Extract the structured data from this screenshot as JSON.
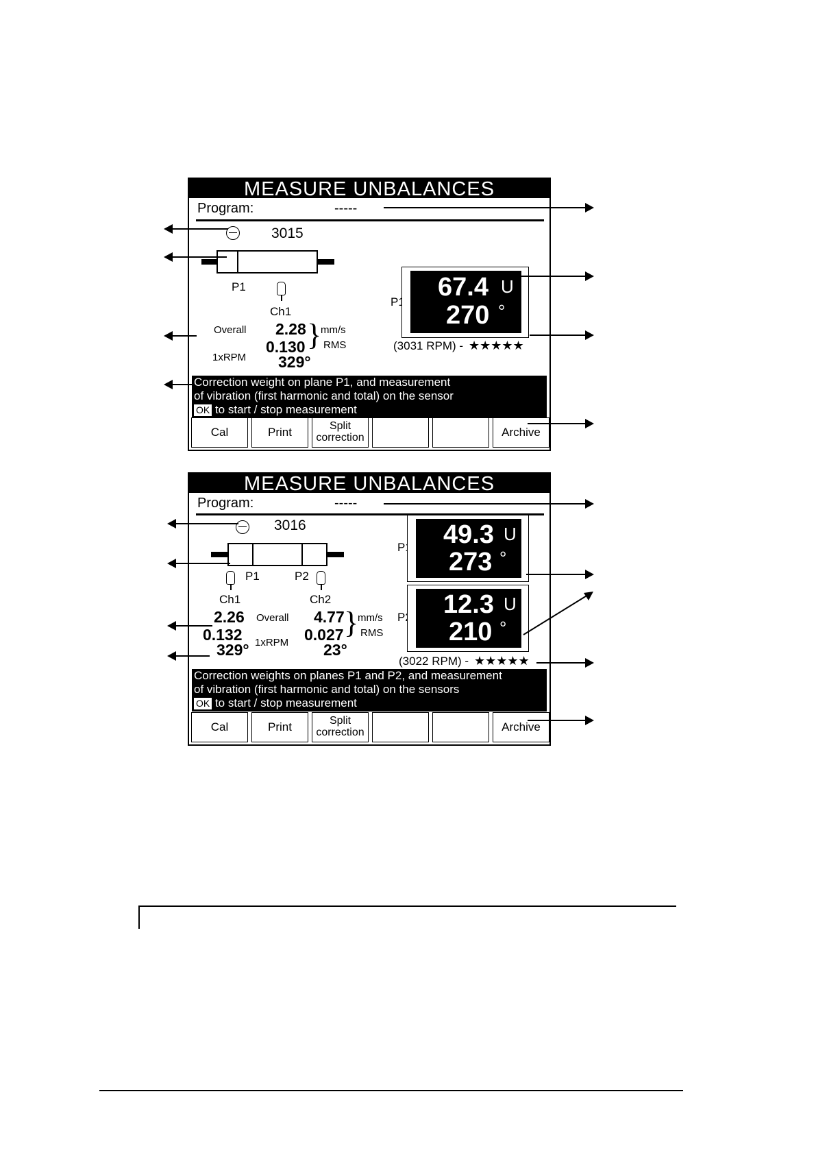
{
  "screen1": {
    "title": "MEASURE UNBALANCES",
    "program_label": "Program:",
    "program_value": "-----",
    "rpm": "3015",
    "plane_label": "P1",
    "channel_label": "Ch1",
    "overall_label": "Overall",
    "harmonic_label": "1xRPM",
    "overall_value": "2.28",
    "harmonic_value": "0.130",
    "harmonic_phase": "329°",
    "unit_mms": "mm/s",
    "unit_rms": "RMS",
    "result": {
      "plane": "P1",
      "amount": "67.4",
      "amount_unit": "U",
      "angle": "270",
      "angle_unit": "°"
    },
    "measured_rpm": "(3031 RPM) -",
    "stars": "★★★★★",
    "info_line1": "Correction weight on plane P1, and measurement",
    "info_line2": "of vibration (first harmonic and total) on the sensor",
    "info_ok": "OK",
    "info_line3": " to start / stop measurement",
    "fkeys": [
      "Cal",
      "Print",
      "Split",
      "correction",
      "",
      "",
      "Archive"
    ]
  },
  "screen2": {
    "title": "MEASURE UNBALANCES",
    "program_label": "Program:",
    "program_value": "-----",
    "rpm": "3016",
    "plane1_label": "P1",
    "plane2_label": "P2",
    "ch1_label": "Ch1",
    "ch2_label": "Ch2",
    "overall_label": "Overall",
    "harmonic_label": "1xRPM",
    "ch1_overall": "2.26",
    "ch1_harmonic": "0.132",
    "ch1_phase": "329°",
    "ch2_overall": "4.77",
    "ch2_harmonic": "0.027",
    "ch2_phase": "23°",
    "unit_mms": "mm/s",
    "unit_rms": "RMS",
    "result_p1": {
      "plane": "P1",
      "amount": "49.3",
      "amount_unit": "U",
      "angle": "273",
      "angle_unit": "°"
    },
    "result_p2": {
      "plane": "P2",
      "amount": "12.3",
      "amount_unit": "U",
      "angle": "210",
      "angle_unit": "°"
    },
    "measured_rpm": "(3022 RPM) -",
    "stars": "★★★★★",
    "info_line1": "Correction weights on planes P1 and P2, and measurement",
    "info_line2": "of vibration (first harmonic and total) on the sensors",
    "info_ok": "OK",
    "info_line3": " to start / stop measurement",
    "fkeys": [
      "Cal",
      "Print",
      "Split",
      "correction",
      "",
      "",
      "Archive"
    ]
  }
}
